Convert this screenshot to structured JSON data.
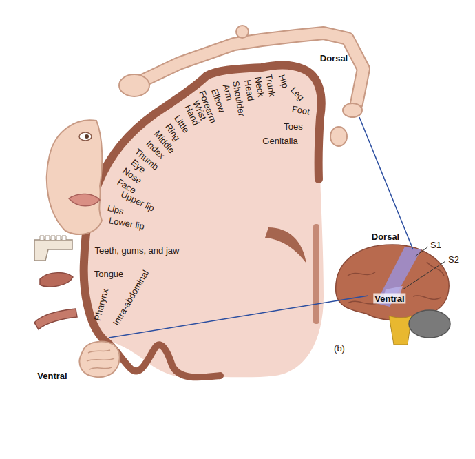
{
  "diagram": {
    "labels": [
      "Dorsal",
      "Hip",
      "Leg",
      "Foot",
      "Toes",
      "Genitalia",
      "Trunk",
      "Neck",
      "Head",
      "Shoulder",
      "Arm",
      "Elbow",
      "Forearm",
      "Wrist",
      "Hand",
      "Little",
      "Ring",
      "Middle",
      "Index",
      "Thumb",
      "Eye",
      "Nose",
      "Face",
      "Upper lip",
      "Lips",
      "Lower lip",
      "Teeth, gums, and jaw",
      "Tongue",
      "Pharynx",
      "Intra-abdominal",
      "Ventral",
      "Dorsal",
      "Ventral",
      "S1",
      "S2",
      "(b)"
    ]
  }
}
